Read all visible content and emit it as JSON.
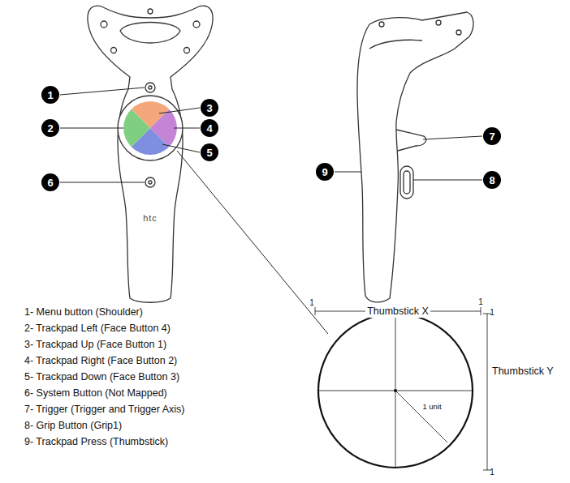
{
  "diagram": {
    "nodes": [
      {
        "text": [
          "1"
        ]
      },
      {
        "text": [
          "2"
        ]
      },
      {
        "text": [
          "3"
        ]
      },
      {
        "text": [
          "4"
        ]
      },
      {
        "text": [
          "5"
        ]
      },
      {
        "text": [
          "6"
        ]
      },
      {
        "text": [
          "9"
        ]
      },
      {
        "text": [
          "7"
        ]
      },
      {
        "text": [
          "8"
        ]
      }
    ],
    "labels": [
      "1- Menu button (Shoulder)",
      "2- Trackpad Left (Face Button 4)",
      "3- Trackpad Up (Face Button 1)",
      "4- Trackpad Right (Face Button 2)",
      "5- Trackpad Down (Face Button 3)",
      "6- System Button (Not Mapped)",
      "7- Trigger (Trigger and Trigger Axis)",
      "8- Grip Button (Grip1)",
      "9- Trackpad Press (Thumbstick)",
      "Thumbstick X",
      "Thumbstick Y",
      "1",
      "1",
      "1",
      "1",
      "1 unit",
      "htc"
    ]
  }
}
